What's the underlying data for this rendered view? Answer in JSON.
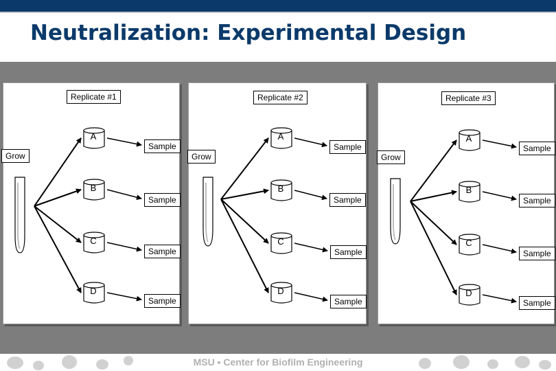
{
  "title": "Neutralization: Experimental Design",
  "footer": "MSU  ▪  Center for Biofilm Engineering",
  "replicates": [
    {
      "label": "Replicate #1",
      "grow": "Grow",
      "cans": [
        "A",
        "B",
        "C",
        "D"
      ],
      "sample": "Sample"
    },
    {
      "label": "Replicate #2",
      "grow": "Grow",
      "cans": [
        "A",
        "B",
        "C",
        "D"
      ],
      "sample": "Sample"
    },
    {
      "label": "Replicate #3",
      "grow": "Grow",
      "cans": [
        "A",
        "B",
        "C",
        "D"
      ],
      "sample": "Sample"
    }
  ],
  "colors": {
    "header": "#0b3a6a",
    "background": "#7d7d7d",
    "panel": "#ffffff"
  }
}
